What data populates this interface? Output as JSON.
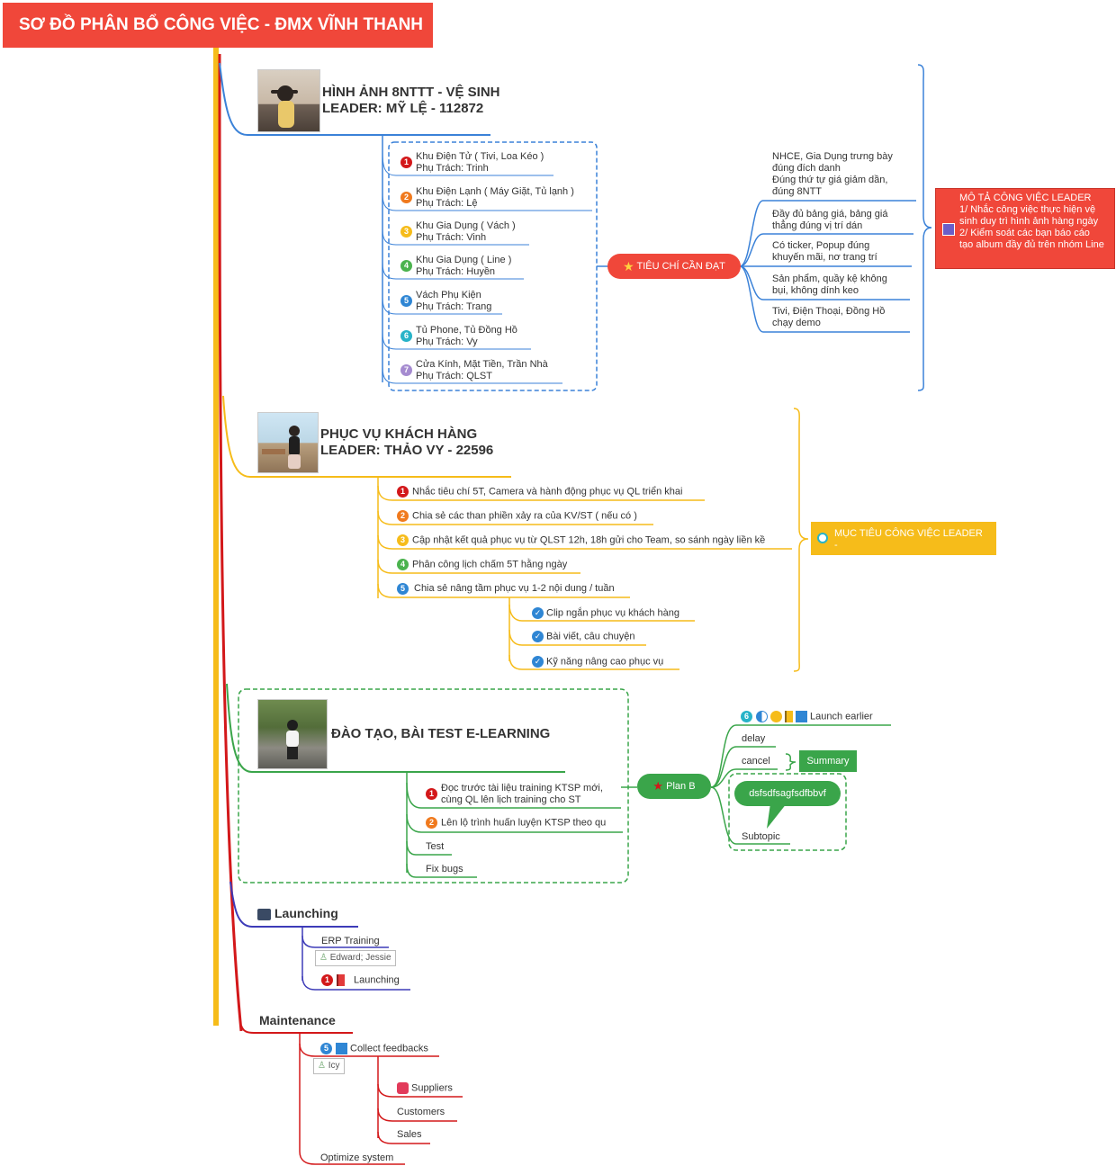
{
  "title": "SƠ ĐỒ PHÂN BỔ CÔNG VIỆC - ĐMX VĨNH THANH",
  "branch1": {
    "head1": "HÌNH ẢNH 8NTTT - VỆ SINH",
    "head2": "LEADER: MỸ LỆ - 112872",
    "items": [
      {
        "num": "1",
        "line1": "Khu Điện Tử ( Tivi, Loa Kéo )",
        "line2": "Phụ Trách: Trinh"
      },
      {
        "num": "2",
        "line1": "Khu Điện Lạnh ( Máy Giặt, Tủ lạnh )",
        "line2": "Phụ Trách: Lệ"
      },
      {
        "num": "3",
        "line1": "Khu Gia Dụng ( Vách )",
        "line2": "Phụ Trách: Vinh"
      },
      {
        "num": "4",
        "line1": "Khu Gia Dụng ( Line )",
        "line2": "Phụ Trách: Huyền"
      },
      {
        "num": "5",
        "line1": "Vách Phụ Kiện",
        "line2": "Phụ Trách: Trang"
      },
      {
        "num": "6",
        "line1": "Tủ Phone, Tủ Đồng Hồ",
        "line2": "Phụ Trách: Vy"
      },
      {
        "num": "7",
        "line1": "Cửa Kính, Mặt Tiền, Trần Nhà",
        "line2": "Phụ Trách: QLST"
      }
    ],
    "criteria_label": "TIÊU CHÍ CẦN ĐẠT",
    "criteria": [
      {
        "l1": "NHCE, Gia Dụng trưng bày",
        "l2": "đúng đích danh",
        "l3": "Đúng thứ tự giá giảm dần,",
        "l4": "đúng 8NTT"
      },
      {
        "l1": "Đầy đủ bảng giá, bảng giá",
        "l2": "thẳng đúng vị trí dán"
      },
      {
        "l1": "Có ticker, Popup đúng",
        "l2": "khuyến mãi, nơ trang trí"
      },
      {
        "l1": "Sản phẩm, quầy kệ không",
        "l2": "bụi, không dính keo"
      },
      {
        "l1": "Tivi, Điện Thoại, Đồng Hồ",
        "l2": "chạy demo"
      }
    ],
    "leader_box": {
      "l1": "MÔ TẢ CÔNG VIỆC LEADER",
      "l2": "1/ Nhắc công việc thực hiện vệ",
      "l3": "sinh duy trì hình ảnh hàng ngày",
      "l4": "2/ Kiểm soát các bạn báo cáo",
      "l5": "tạo album đầy đủ trên nhóm Line"
    }
  },
  "branch2": {
    "head1": "PHỤC VỤ KHÁCH HÀNG",
    "head2": "LEADER: THẢO VY - 22596",
    "items": [
      {
        "num": "1",
        "text": "Nhắc tiêu chí 5T, Camera và hành động phục vụ QL triển khai"
      },
      {
        "num": "2",
        "text": "Chia sẻ các than phiền xảy ra của KV/ST ( nếu có )"
      },
      {
        "num": "3",
        "text": "Cập nhật kết quả phục vụ từ QLST 12h, 18h gửi cho Team, so sánh ngày liền kề"
      },
      {
        "num": "4",
        "text": "Phân công lịch chấm 5T hằng ngày"
      },
      {
        "num": "5",
        "text": "Chia sẻ nâng tầm phục vụ 1-2 nội dung / tuần"
      }
    ],
    "subitems": [
      "Clip ngắn phục vụ khách hàng",
      "Bài viết, câu chuyện",
      "Kỹ năng nâng cao phục vụ"
    ],
    "goal_label": "MỤC TIÊU CÔNG VIỆC LEADER",
    "goal_dash": "-"
  },
  "branch3": {
    "head": "ĐÀO TẠO, BÀI TEST E-LEARNING",
    "items": [
      {
        "num": "1",
        "l1": "Đọc trước tài liệu training KTSP mới,",
        "l2": "cùng QL lên lịch training cho ST"
      },
      {
        "num": "2",
        "l1": "Lên lộ trình huấn luyện KTSP theo qu"
      }
    ],
    "test": "Test",
    "fixbugs": "Fix bugs",
    "planb": "Plan B",
    "launch_num": "6",
    "launch_earlier": "Launch earlier",
    "delay": "delay",
    "cancel": "cancel",
    "summary": "Summary",
    "callout": "dsfsdfsagfsdfbbvf",
    "subtopic": "Subtopic"
  },
  "branch4": {
    "head": "Launching",
    "erp": "ERP Training",
    "erp_label": "Edward; Jessie",
    "launch_num": "1",
    "launch": "Launching"
  },
  "branch5": {
    "head": "Maintenance",
    "collect_num": "5",
    "collect": "Collect feedbacks",
    "collect_label": "Icy",
    "suppliers": "Suppliers",
    "customers": "Customers",
    "sales": "Sales",
    "optimize": "Optimize system"
  },
  "colors": {
    "blue": "#3b82d8",
    "yellow": "#f6bc1a",
    "green": "#3aa54a",
    "navy": "#3d3bb8",
    "red": "#d3181a",
    "title": "#f0473a"
  }
}
